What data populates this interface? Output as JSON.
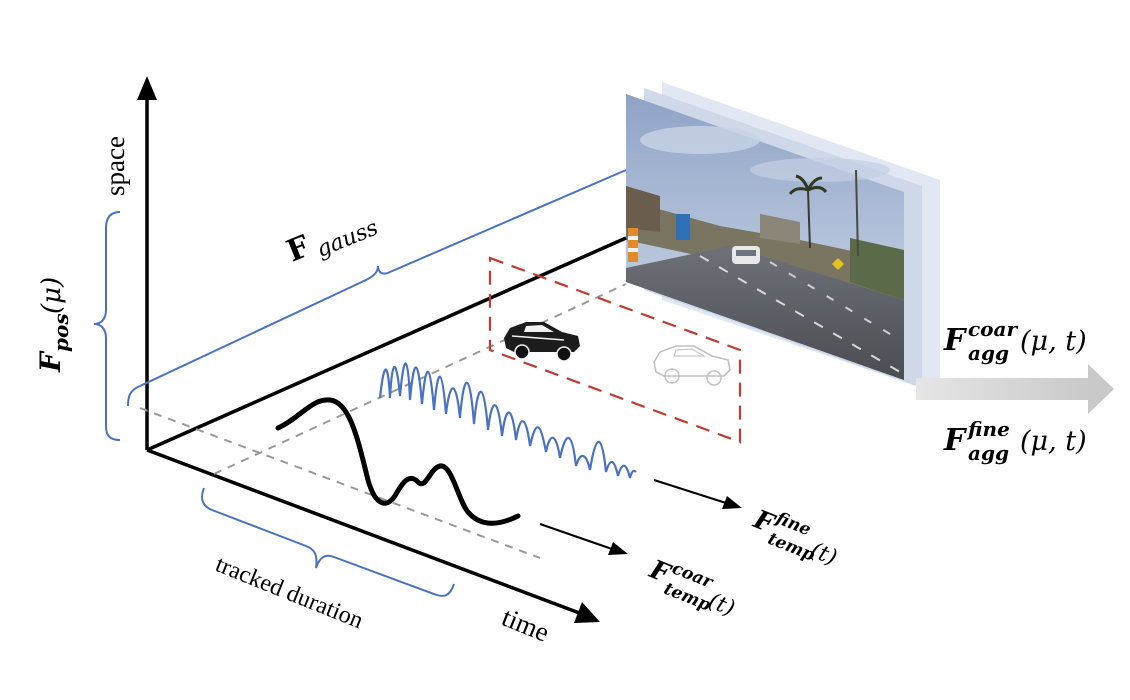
{
  "labels": {
    "space": "space",
    "time": "time",
    "tracked_duration": "tracked duration",
    "f_gauss": {
      "base": "F",
      "sub": "gauss"
    },
    "f_pos": {
      "base": "F",
      "sub": "pos",
      "arg": "(μ)"
    },
    "f_temp_fine": {
      "base": "F",
      "sup": "fine",
      "sub": "temp",
      "arg": "(t)"
    },
    "f_temp_coar": {
      "base": "F",
      "sup": "coar",
      "sub": "temp",
      "arg": "(t)"
    },
    "f_agg_coar": {
      "base": "F",
      "sup": "coar",
      "sub": "agg",
      "arg": "(μ, t)"
    },
    "f_agg_fine": {
      "base": "F",
      "sup": "fine",
      "sub": "agg",
      "arg": "(μ, t)"
    }
  },
  "colors": {
    "axis": "#000000",
    "accent_blue": "#4a72c4",
    "dashed_gray": "#9a9a9a",
    "dashed_red": "#c23b2e",
    "output_arrow": "#d2d2d2"
  },
  "icons": {
    "car_dark": "car-sketch-icon",
    "car_light": "car-faded-icon",
    "street_scene": "street-scene-image"
  }
}
